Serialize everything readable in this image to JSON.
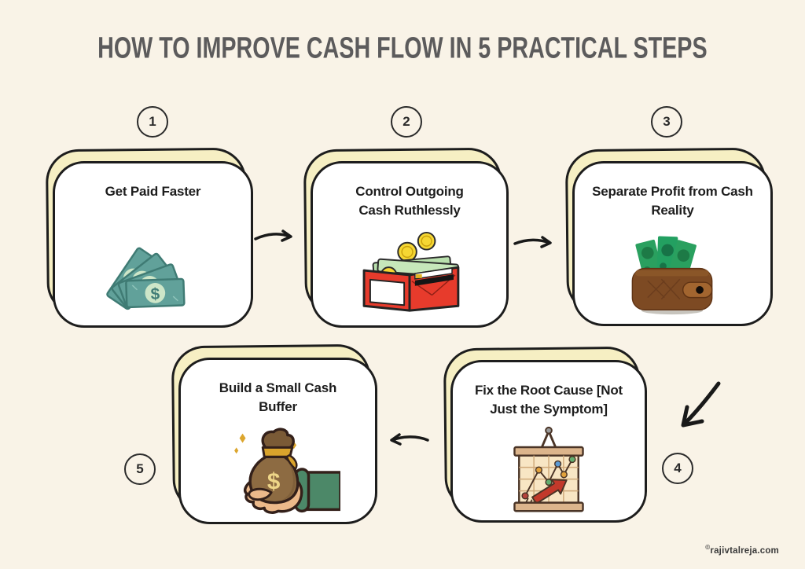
{
  "title": "HOW TO IMPROVE CASH FLOW IN 5 PRACTICAL STEPS",
  "steps": [
    {
      "number": "1",
      "label": "Get Paid Faster",
      "icon": "fanned-dollar-bills"
    },
    {
      "number": "2",
      "label": "Control Outgoing Cash Ruthlessly",
      "icon": "open-red-wallet-with-cash-and-coins"
    },
    {
      "number": "3",
      "label": "Separate Profit from Cash Reality",
      "icon": "brown-wallet-with-cash"
    },
    {
      "number": "4",
      "label": "Fix the Root Cause [Not Just the Symptom]",
      "icon": "growth-chart-board"
    },
    {
      "number": "5",
      "label": "Build a Small Cash Buffer",
      "icon": "hand-holding-money-bag"
    }
  ],
  "watermark": {
    "symbol": "©",
    "text": "rajivtalreja.com"
  },
  "colors": {
    "background": "#f9f3e7",
    "card_face": "#ffffff",
    "card_shadow": "#f6efc3",
    "outline": "#1d1d1d",
    "title_text": "#5c5b5c",
    "bill_teal": "#61a19a",
    "wallet_red": "#e73b2c",
    "wallet_brown": "#7d4a23",
    "cash_green": "#2aa05f",
    "coin_gold": "#f6d733",
    "arrow_red": "#c2392b",
    "sleeve_green": "#4c8868"
  }
}
